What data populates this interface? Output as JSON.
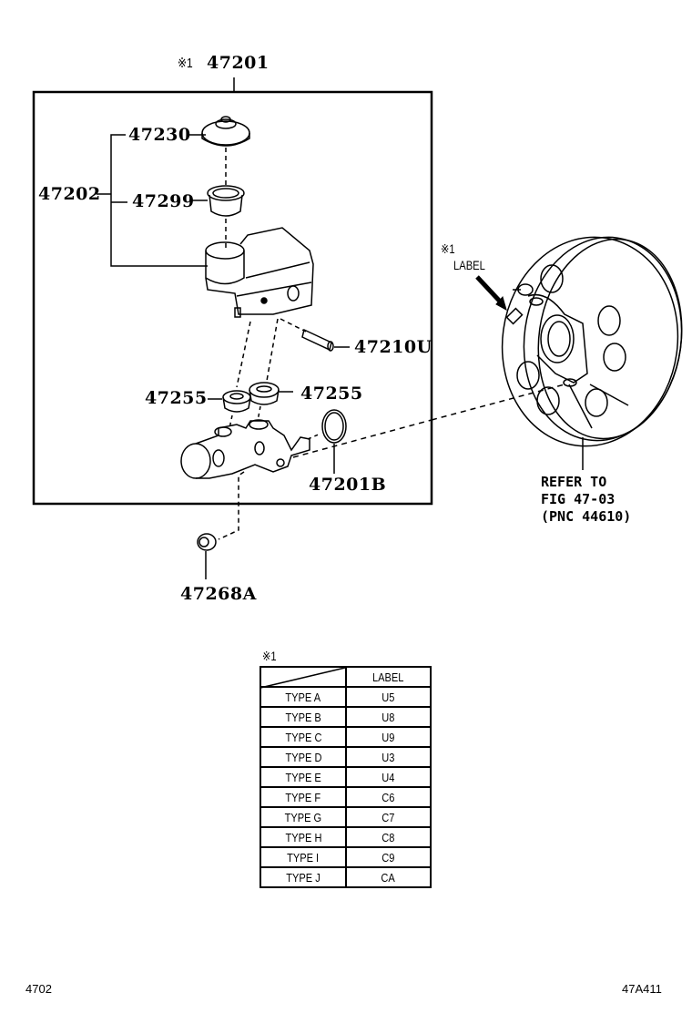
{
  "diagram": {
    "assembly": {
      "note_mark": "※1",
      "part_number": "47201"
    },
    "parts": {
      "reservoir_assembly": "47202",
      "reservoir_cap": "47230",
      "reservoir_strainer": "47299",
      "reservoir_pin": "47210U",
      "grommet_left": "47255",
      "grommet_right": "47255",
      "o_ring": "47201B",
      "nut": "47268A"
    },
    "booster": {
      "note_mark": "※1",
      "label_callout": "LABEL",
      "refer_line1": "REFER TO",
      "refer_line2": "FIG 47-03",
      "refer_line3": "(PNC 44610)"
    }
  },
  "legend_table": {
    "note_mark": "※1",
    "header": "LABEL",
    "rows": [
      {
        "type": "TYPE  A",
        "label": "U5"
      },
      {
        "type": "TYPE  B",
        "label": "U8"
      },
      {
        "type": "TYPE  C",
        "label": "U9"
      },
      {
        "type": "TYPE  D",
        "label": "U3"
      },
      {
        "type": "TYPE  E",
        "label": "U4"
      },
      {
        "type": "TYPE  F",
        "label": "C6"
      },
      {
        "type": "TYPE  G",
        "label": "C7"
      },
      {
        "type": "TYPE  H",
        "label": "C8"
      },
      {
        "type": "TYPE  I",
        "label": "C9"
      },
      {
        "type": "TYPE  J",
        "label": "CA"
      }
    ]
  },
  "footer": {
    "left_code": "4702",
    "right_code": "47A411"
  }
}
